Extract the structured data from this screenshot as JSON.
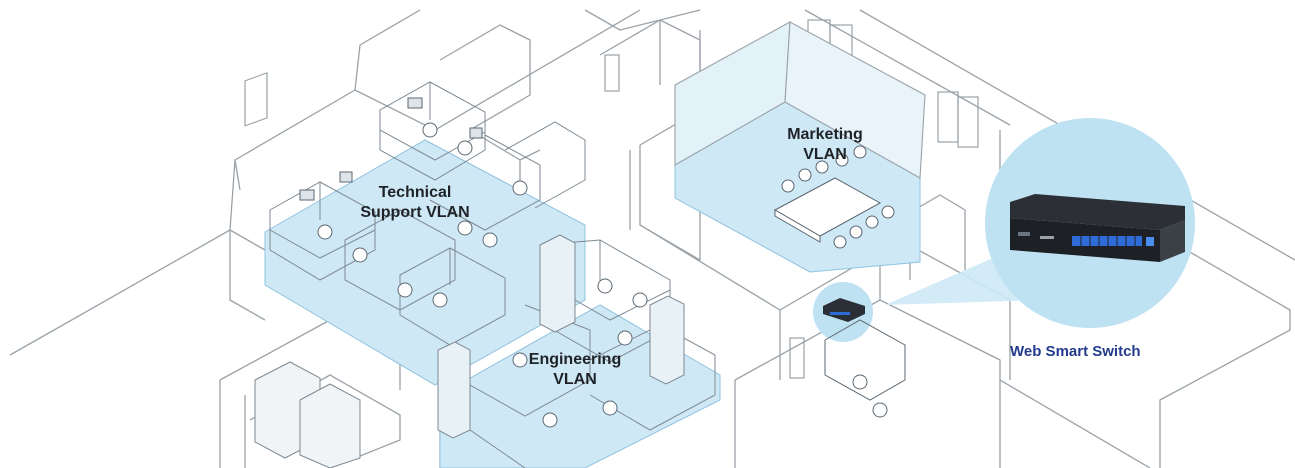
{
  "vlans": {
    "technical": {
      "line1": "Technical",
      "line2": "Support VLAN"
    },
    "marketing": {
      "line1": "Marketing",
      "line2": "VLAN"
    },
    "engineering": {
      "line1": "Engineering",
      "line2": "VLAN"
    }
  },
  "switch_label": "Web Smart Switch",
  "colors": {
    "zone_fill": "#cfe8f5",
    "zone_stroke": "#8fc3df",
    "callout_fill": "#bfe2f3",
    "wall_stroke": "#9aa2a8",
    "label_text": "#1f2328",
    "switch_label": "#243c8c",
    "switch_port": "#2e6bd6"
  },
  "icons": [
    "network-switch-icon"
  ]
}
